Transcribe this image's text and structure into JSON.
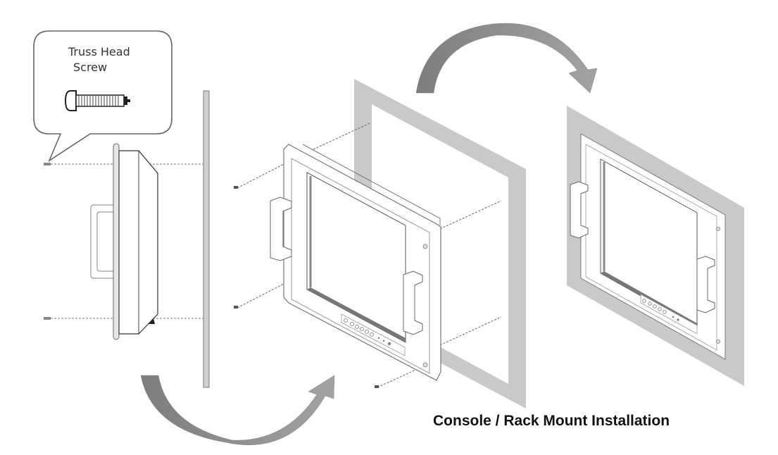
{
  "diagram": {
    "title": "Console / Rack Mount Installation",
    "callout": {
      "line1": "Truss Head",
      "line2": "Screw",
      "icon": "truss-head-screw-icon"
    },
    "steps": [
      {
        "name": "side-view-monitor-with-gasket",
        "description": "Side view of monitor, gasket panel, screws aligned"
      },
      {
        "name": "exploded-mount",
        "description": "Monitor aligned with panel cutout, 4 screws"
      },
      {
        "name": "installed-mount",
        "description": "Monitor mounted in panel"
      }
    ],
    "arrows": [
      {
        "name": "arrow-step1-to-step2",
        "direction": "curved-up-right"
      },
      {
        "name": "arrow-step2-to-step3",
        "direction": "curved-down-right"
      }
    ],
    "colors": {
      "panel": "#c8c8c8",
      "arrow": "#8c8c8c",
      "line": "#555555"
    }
  }
}
